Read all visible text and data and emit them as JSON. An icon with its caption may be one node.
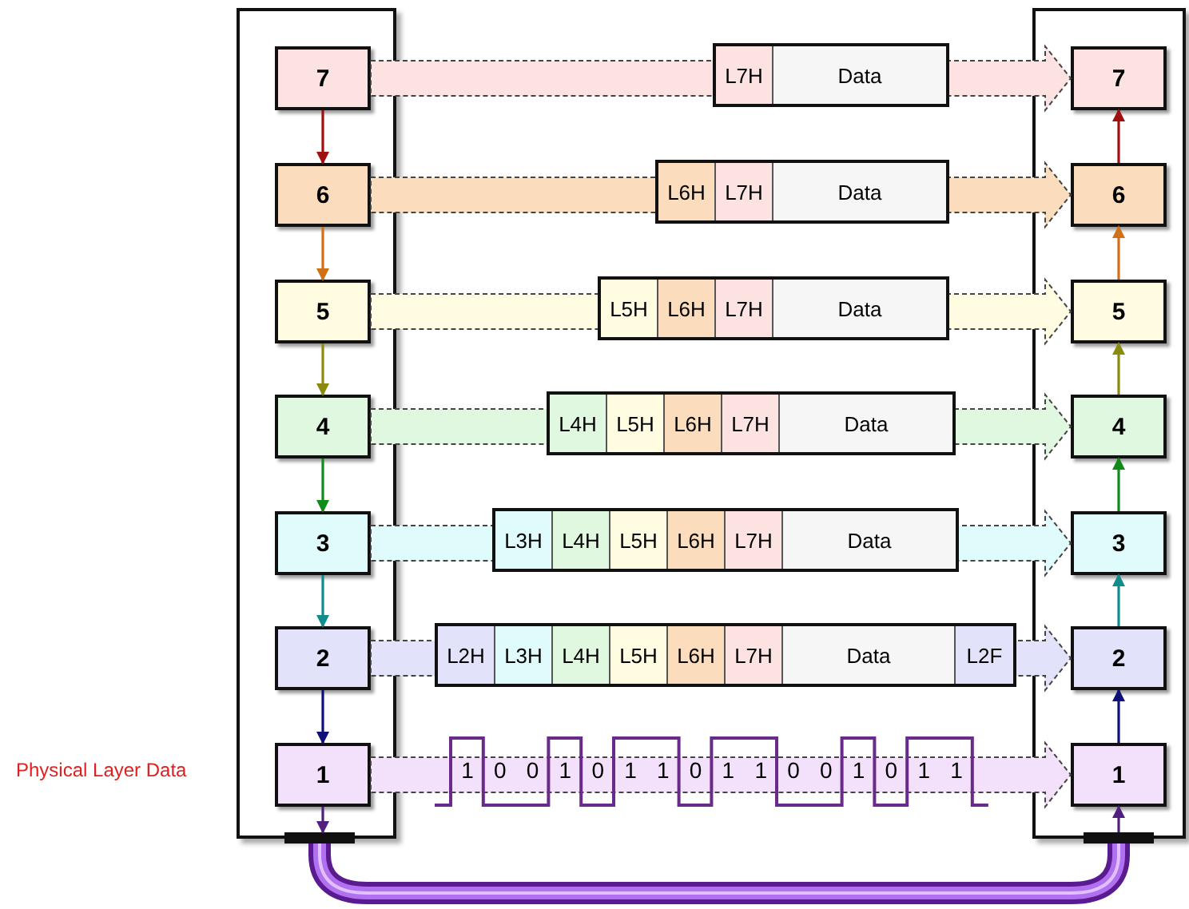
{
  "diagram": {
    "nodes": [
      {
        "text": [],
        "shape": "box"
      },
      {
        "text": [
          "7"
        ],
        "in": 0
      },
      {
        "text": [
          "6"
        ],
        "in": 0
      },
      {
        "text": [
          "5"
        ],
        "in": 0
      },
      {
        "text": [
          "4"
        ],
        "in": 0
      },
      {
        "text": [
          "3"
        ],
        "in": 0
      },
      {
        "text": [
          "2"
        ],
        "in": 0
      },
      {
        "text": [
          "1"
        ],
        "in": 0
      },
      {
        "text": [],
        "shape": "box"
      },
      {
        "text": [
          "7"
        ],
        "in": 8
      },
      {
        "text": [
          "6"
        ],
        "in": 8
      },
      {
        "text": [
          "5"
        ],
        "in": 8
      },
      {
        "text": [
          "4"
        ],
        "in": 8
      },
      {
        "text": [
          "3"
        ],
        "in": 8
      },
      {
        "text": [
          "2"
        ],
        "in": 8
      },
      {
        "text": [
          "1"
        ],
        "in": 8
      },
      {
        "text": [],
        "shape": "cable"
      },
      {
        "text": [],
        "shape": "box"
      },
      {
        "text": [
          "L7H"
        ],
        "in": 17
      },
      {
        "text": [
          "Data"
        ],
        "in": 17
      },
      {
        "text": [],
        "shape": "box"
      },
      {
        "text": [
          "L6H"
        ],
        "in": 20
      },
      {
        "text": [
          "L7H"
        ],
        "in": 20
      },
      {
        "text": [
          "Data"
        ],
        "in": 20
      },
      {
        "text": [],
        "shape": "box"
      },
      {
        "text": [
          "L5H"
        ],
        "in": 24
      },
      {
        "text": [
          "L6H"
        ],
        "in": 24
      },
      {
        "text": [
          "L7H"
        ],
        "in": 24
      },
      {
        "text": [
          "Data"
        ],
        "in": 24
      },
      {
        "text": [],
        "shape": "box"
      },
      {
        "text": [
          "L4H"
        ],
        "in": 29
      },
      {
        "text": [
          "L5H"
        ],
        "in": 29
      },
      {
        "text": [
          "L6H"
        ],
        "in": 29
      },
      {
        "text": [
          "L7H"
        ],
        "in": 29
      },
      {
        "text": [
          "Data"
        ],
        "in": 29
      },
      {
        "text": [],
        "shape": "box"
      },
      {
        "text": [
          "L3H"
        ],
        "in": 35
      },
      {
        "text": [
          "L4H"
        ],
        "in": 35
      },
      {
        "text": [
          "L5H"
        ],
        "in": 35
      },
      {
        "text": [
          "L6H"
        ],
        "in": 35
      },
      {
        "text": [
          "L7H"
        ],
        "in": 35
      },
      {
        "text": [
          "Data"
        ],
        "in": 35
      },
      {
        "text": [],
        "shape": "box"
      },
      {
        "text": [
          "L2H"
        ],
        "in": 42
      },
      {
        "text": [
          "L3H"
        ],
        "in": 42
      },
      {
        "text": [
          "L4H"
        ],
        "in": 42
      },
      {
        "text": [
          "L5H"
        ],
        "in": 42
      },
      {
        "text": [
          "L6H"
        ],
        "in": 42
      },
      {
        "text": [
          "L7H"
        ],
        "in": 42
      },
      {
        "text": [
          "Data"
        ],
        "in": 42
      },
      {
        "text": [
          "L2F"
        ],
        "in": 42
      }
    ],
    "edges": [
      {
        "from": 1,
        "to": 2,
        "arrow": "to",
        "color": "#a01010"
      },
      {
        "from": 2,
        "to": 3,
        "arrow": "to",
        "color": "#d07018"
      },
      {
        "from": 3,
        "to": 4,
        "arrow": "to",
        "color": "#8a8a10"
      },
      {
        "from": 4,
        "to": 5,
        "arrow": "to",
        "color": "#108a18"
      },
      {
        "from": 5,
        "to": 6,
        "arrow": "to",
        "color": "#108c8c"
      },
      {
        "from": 6,
        "to": 7,
        "arrow": "to",
        "color": "#10107a"
      },
      {
        "from": 7,
        "to": 16,
        "arrow": "to",
        "color": "#502080"
      },
      {
        "from": 16,
        "to": 15,
        "arrow": "to",
        "color": "#502080"
      },
      {
        "from": 15,
        "to": 14,
        "arrow": "to",
        "color": "#10107a"
      },
      {
        "from": 14,
        "to": 13,
        "arrow": "to",
        "color": "#108c8c"
      },
      {
        "from": 13,
        "to": 12,
        "arrow": "to",
        "color": "#108a18"
      },
      {
        "from": 12,
        "to": 11,
        "arrow": "to",
        "color": "#8a8a10"
      },
      {
        "from": 11,
        "to": 10,
        "arrow": "to",
        "color": "#d07018"
      },
      {
        "from": 10,
        "to": 9,
        "arrow": "to",
        "color": "#a01010"
      },
      {
        "from": 1,
        "to": 9,
        "arrow": "to",
        "style": "dashed"
      },
      {
        "from": 2,
        "to": 10,
        "arrow": "to",
        "style": "dashed"
      },
      {
        "from": 3,
        "to": 11,
        "arrow": "to",
        "style": "dashed"
      },
      {
        "from": 4,
        "to": 12,
        "arrow": "to",
        "style": "dashed"
      },
      {
        "from": 5,
        "to": 13,
        "arrow": "to",
        "style": "dashed"
      },
      {
        "from": 6,
        "to": 14,
        "arrow": "to",
        "style": "dashed"
      },
      {
        "from": 7,
        "to": 15,
        "arrow": "to",
        "style": "dashed"
      }
    ],
    "labels": [
      "Physical Layer Data",
      "1",
      "0",
      "0",
      "1",
      "0",
      "1",
      "1",
      "0",
      "1",
      "1",
      "0",
      "0",
      "1",
      "0",
      "1",
      "1"
    ]
  }
}
